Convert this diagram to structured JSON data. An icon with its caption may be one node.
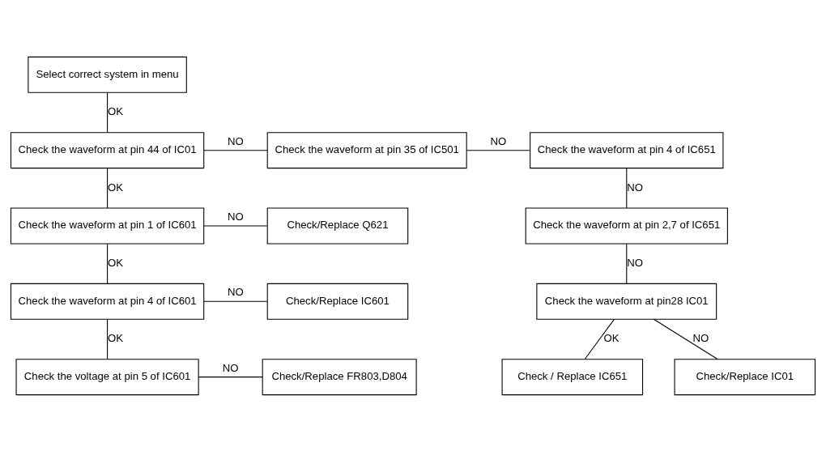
{
  "diagram": {
    "nodes": [
      {
        "text": [
          "Select correct system in menu"
        ]
      },
      {
        "text": [
          "Check the waveform at pin 44 of IC01"
        ]
      },
      {
        "text": [
          "Check the waveform at pin 35 of IC501"
        ]
      },
      {
        "text": [
          "Check the waveform at pin 4 of IC651"
        ]
      },
      {
        "text": [
          "Check the waveform at pin 1 of IC601"
        ]
      },
      {
        "text": [
          "Check/Replace Q621"
        ]
      },
      {
        "text": [
          "Check the waveform at pin 2,7 of IC651"
        ]
      },
      {
        "text": [
          "Check the waveform at pin 4 of IC601"
        ]
      },
      {
        "text": [
          "Check/Replace IC601"
        ]
      },
      {
        "text": [
          "Check the waveform at pin28 IC01"
        ]
      },
      {
        "text": [
          "Check the voltage at pin 5 of IC601"
        ]
      },
      {
        "text": [
          "Check/Replace FR803,D804"
        ]
      },
      {
        "text": [
          "Check / Replace IC651"
        ]
      },
      {
        "text": [
          "Check/Replace IC01"
        ]
      }
    ],
    "edges": [
      {
        "from": 0,
        "to": 1,
        "arrow": "none",
        "label": "OK"
      },
      {
        "from": 1,
        "to": 2,
        "arrow": "none",
        "label": "NO"
      },
      {
        "from": 2,
        "to": 3,
        "arrow": "none",
        "label": "NO"
      },
      {
        "from": 1,
        "to": 4,
        "arrow": "none",
        "label": "OK"
      },
      {
        "from": 3,
        "to": 6,
        "arrow": "none",
        "label": "NO"
      },
      {
        "from": 4,
        "to": 5,
        "arrow": "none",
        "label": "NO"
      },
      {
        "from": 4,
        "to": 7,
        "arrow": "none",
        "label": "OK"
      },
      {
        "from": 6,
        "to": 9,
        "arrow": "none",
        "label": "NO"
      },
      {
        "from": 7,
        "to": 8,
        "arrow": "none",
        "label": "NO"
      },
      {
        "from": 7,
        "to": 10,
        "arrow": "none",
        "label": "OK"
      },
      {
        "from": 10,
        "to": 11,
        "arrow": "none",
        "label": "NO"
      },
      {
        "from": 9,
        "to": 12,
        "arrow": "none",
        "label": "OK"
      },
      {
        "from": 9,
        "to": 13,
        "arrow": "none",
        "label": "NO"
      }
    ]
  }
}
